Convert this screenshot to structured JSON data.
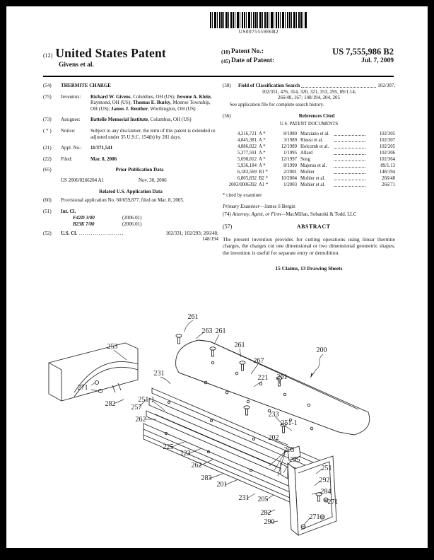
{
  "barcode": {
    "text": "US007555986B2",
    "name": "barcode"
  },
  "header": {
    "kind_code": "(12)",
    "title": "United States Patent",
    "byline": "Givens et al.",
    "patent_no_num": "(10)",
    "patent_no_label": "Patent No.:",
    "patent_no": "US 7,555,986 B2",
    "date_num": "(45)",
    "date_label": "Date of Patent:",
    "date": "Jul. 7, 2009"
  },
  "left": {
    "title_num": "(54)",
    "title": "THERMITE CHARGE",
    "inventors_num": "(75)",
    "inventors_label": "Inventors:",
    "inventors": [
      {
        "name": "Richard W. Givens",
        "rest": ", Columbus, OH (US); "
      },
      {
        "name": "Jerome A. Klein",
        "rest": ", Raymond, OH (US); "
      },
      {
        "name": "Thomas E. Burky",
        "rest": ", Monroe Township, OH (US); "
      },
      {
        "name": "James J. Reuther",
        "rest": ", Worthington, OH (US)"
      }
    ],
    "assignee_num": "(73)",
    "assignee_label": "Assignee:",
    "assignee_name": "Battelle Memorial Institute",
    "assignee_rest": ", Columbus, OH (US)",
    "notice_num": "( * )",
    "notice_label": "Notice:",
    "notice_text": "Subject to any disclaimer, the term of this patent is extended or adjusted under 35 U.S.C. 154(b) by 281 days.",
    "appl_num": "(21)",
    "appl_label": "Appl. No.:",
    "appl_value": "11/371,541",
    "filed_num": "(22)",
    "filed_label": "Filed:",
    "filed_value": "Mar. 8, 2006",
    "prior_num": "(65)",
    "prior_title": "Prior Publication Data",
    "prior_pub": "US 2006/0266204 A1",
    "prior_date": "Nov. 30, 2006",
    "related_title": "Related U.S. Application Data",
    "related_num": "(60)",
    "related_text": "Provisional application No. 60/659,877, filed on Mar. 8, 2005.",
    "intcl_num": "(51)",
    "intcl_label": "Int. Cl.",
    "intcl": [
      {
        "code": "F42D 3/00",
        "ver": "(2006.01)"
      },
      {
        "code": "B23K 7/00",
        "ver": "(2006.01)"
      }
    ],
    "uscl_num": "(52)",
    "uscl_label": "U.S. Cl.",
    "uscl_dots": "..............................",
    "uscl_value": "102/331; 102/293; 266/48;",
    "uscl_value2": "148/194"
  },
  "right": {
    "field_num": "(58)",
    "field_label": "Field of Classification Search",
    "field_first": "102/307,",
    "field_line2": "102/351, 476, 314, 320, 321, 353, 295, 89/1.14;",
    "field_line3": "266/48, 167; 148/194, 204, 205",
    "field_note": "See application file for complete search history.",
    "refs_num": "(56)",
    "refs_title": "References Cited",
    "refs_subtitle": "U.S. PATENT DOCUMENTS",
    "rows": [
      {
        "num": "4,216,721",
        "kind": "A *",
        "date": "8/1980",
        "name": "Marziano et al.",
        "cls": "102/305"
      },
      {
        "num": "4,845,381",
        "kind": "A *",
        "date": "3/1989",
        "name": "Rinesi et al.",
        "cls": "102/307"
      },
      {
        "num": "4,886,822",
        "kind": "A *",
        "date": "12/1989",
        "name": "Holcomb et al.",
        "cls": "102/205"
      },
      {
        "num": "5,377,591",
        "kind": "A *",
        "date": "1/1995",
        "name": "Allard",
        "cls": "102/306"
      },
      {
        "num": "5,698,812",
        "kind": "A *",
        "date": "12/1997",
        "name": "Song",
        "cls": "102/364"
      },
      {
        "num": "5,936,184",
        "kind": "A *",
        "date": "8/1999",
        "name": "Majerus et al.",
        "cls": "89/1.13"
      },
      {
        "num": "6,183,569",
        "kind": "B1 *",
        "date": "2/2001",
        "name": "Mohler",
        "cls": "148/194"
      },
      {
        "num": "6,805,832",
        "kind": "B2 *",
        "date": "10/2004",
        "name": "Mohler et al.",
        "cls": "266/48"
      },
      {
        "num": "2003/0006392",
        "kind": "A1 *",
        "date": "1/2003",
        "name": "Mohler et al.",
        "cls": "266/71"
      }
    ],
    "cited_note": "* cited by examiner",
    "examiner_label": "Primary Examiner",
    "examiner_name": "—James S Bergin",
    "attorney_num": "(74)",
    "attorney_label": "Attorney, Agent, or Firm",
    "attorney_name": "—MacMillan, Sobanski & Todd, LLC",
    "abstract_num": "(57)",
    "abstract_title": "ABSTRACT",
    "abstract_text": "The present invention provides for cutting operations using linear thermite charges, the charges cut one dimensional or two dimensional geometric shapes; the invention is useful for separate entry or demolition.",
    "claims_line": "15 Claims, 13 Drawing Sheets"
  },
  "figure": {
    "labels": [
      {
        "t": "261"
      },
      {
        "t": "263"
      },
      {
        "t": "261"
      },
      {
        "t": "261"
      },
      {
        "t": "267"
      },
      {
        "t": "221"
      },
      {
        "t": "261"
      },
      {
        "t": "200"
      },
      {
        "t": "253"
      },
      {
        "t": "271"
      },
      {
        "t": "231"
      },
      {
        "t": "251-1"
      },
      {
        "t": "282"
      },
      {
        "t": "257"
      },
      {
        "t": "262"
      },
      {
        "t": "225"
      },
      {
        "t": "223"
      },
      {
        "t": "262"
      },
      {
        "t": "283"
      },
      {
        "t": "201"
      },
      {
        "t": "231"
      },
      {
        "t": "205"
      },
      {
        "t": "233"
      },
      {
        "t": "251-1"
      },
      {
        "t": "202"
      },
      {
        "t": "203"
      },
      {
        "t": "255"
      },
      {
        "t": "251"
      },
      {
        "t": "292"
      },
      {
        "t": "284"
      },
      {
        "t": "271"
      },
      {
        "t": "271"
      },
      {
        "t": "282"
      },
      {
        "t": "290"
      }
    ]
  }
}
